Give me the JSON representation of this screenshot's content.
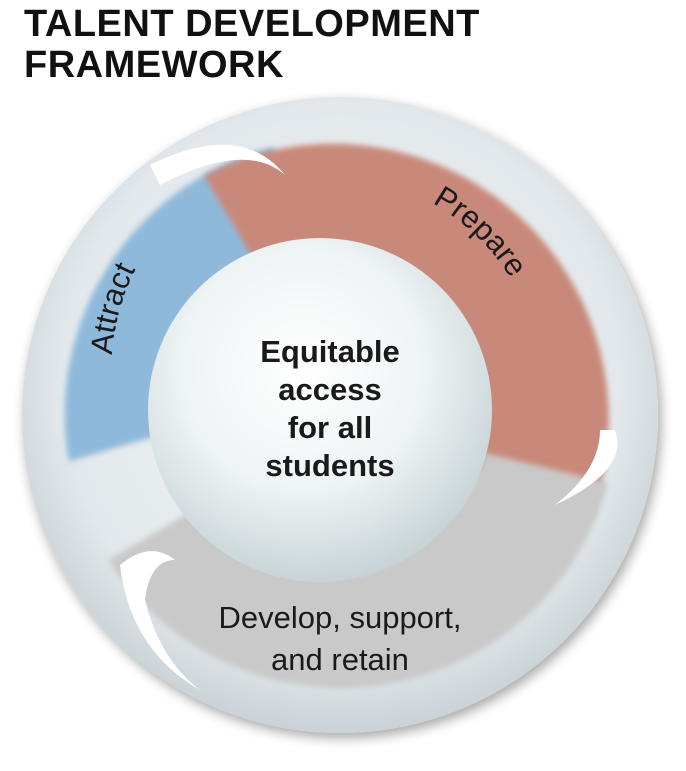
{
  "header": {
    "title_line1": "TALENT DEVELOPMENT",
    "title_line2": "FRAMEWORK"
  },
  "segments": {
    "attract": {
      "label": "Attract",
      "color": "#8fb9db"
    },
    "prepare": {
      "label": "Prepare",
      "color": "#c9897a"
    },
    "develop": {
      "label_line1": "Develop, support,",
      "label_line2": "and retain",
      "color": "#c9c9c9"
    }
  },
  "center": {
    "line1": "Equitable",
    "line2": "access",
    "line3": "for all",
    "line4": "students"
  }
}
